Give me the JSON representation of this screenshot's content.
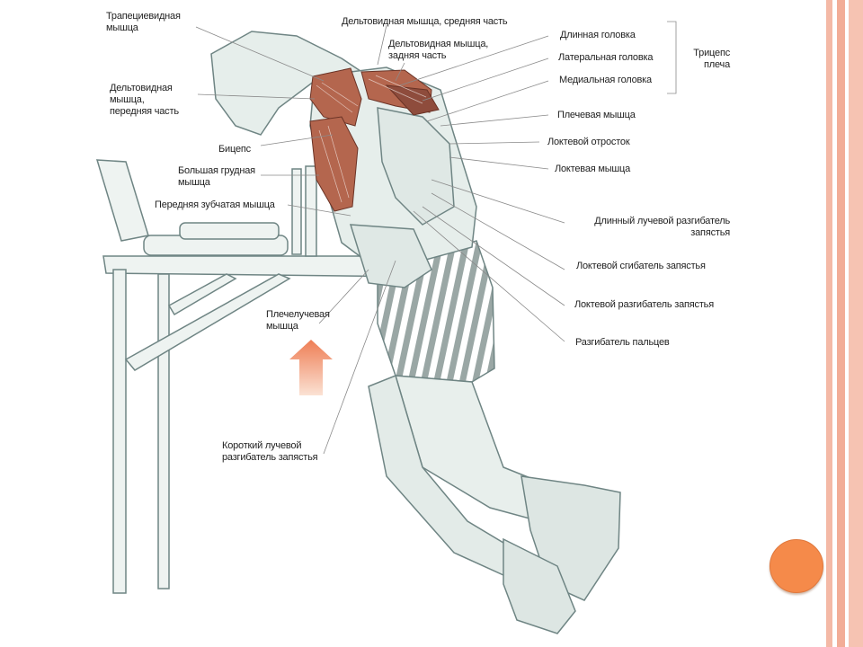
{
  "labels": {
    "trapezius": [
      "Трапециевидная",
      "мышца"
    ],
    "deltoid_middle": "Дельтовидная мышца, средняя часть",
    "deltoid_rear": [
      "Дельтовидная мышца,",
      "задняя часть"
    ],
    "deltoid_front": [
      "Дельтовидная",
      "мышца,",
      "передняя часть"
    ],
    "biceps": "Бицепс",
    "pectoralis": [
      "Большая грудная",
      "мышца"
    ],
    "serratus": "Передняя зубчатая мышца",
    "brachioradialis": [
      "Плечелучевая",
      "мышца"
    ],
    "ecrb": [
      "Короткий лучевой",
      "разгибатель запястья"
    ],
    "triceps_long": "Длинная головка",
    "triceps_lateral": "Латеральная головка",
    "triceps_medial": "Медиальная головка",
    "triceps_group": [
      "Трицепс",
      "плеча"
    ],
    "brachialis": "Плечевая мышца",
    "olecranon": "Локтевой отросток",
    "anconeus": "Локтевая мышца",
    "ecrl": [
      "Длинный лучевой разгибатель",
      "запястья"
    ],
    "fcu": "Локтевой сгибатель запястья",
    "ecu": "Локтевой разгибатель запястья",
    "extensor_digitorum": "Разгибатель пальцев"
  },
  "colors": {
    "accent_orange": "#f58a4a",
    "border_salmon": "#f2ad97",
    "muscle_red": "#b4664e",
    "arrow_orange": "#f0855a"
  }
}
